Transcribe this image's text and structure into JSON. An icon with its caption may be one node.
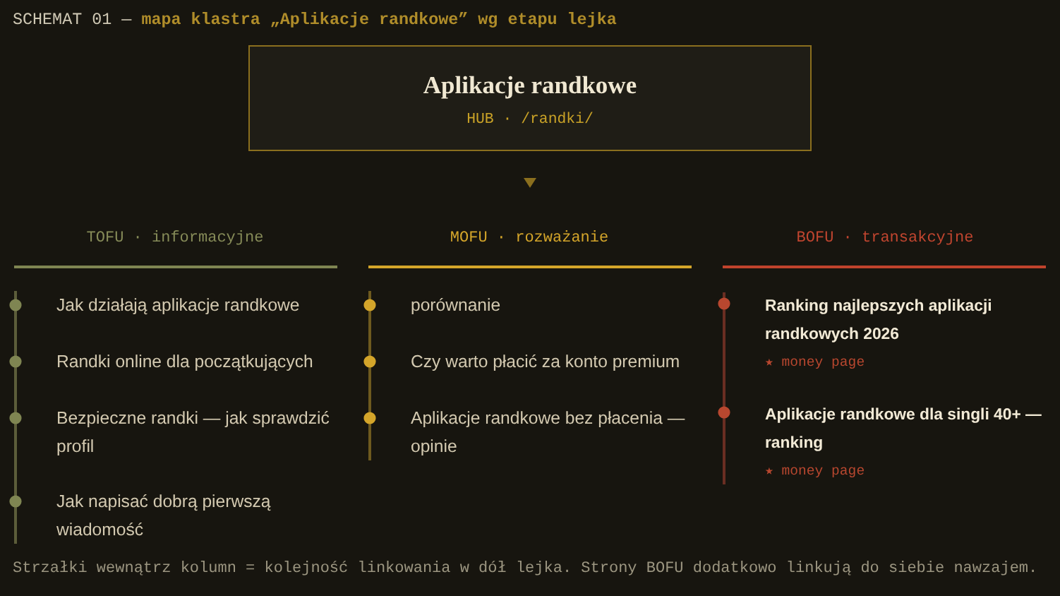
{
  "diagram": {
    "title": "SCHEMAT 01 — **mapa klastra „Aplikacje randkowe” wg etapu lejka**",
    "caption": "Strzałki wewnątrz kolumn = kolejność linkowania w dół lejka. Strony BOFU dodatkowo linkują do siebie nawzajem.",
    "nodes": [
      {
        "text": [
          "Aplikacje randkowe",
          "HUB · /randki/"
        ]
      },
      {
        "text": [
          "Jak działają aplikacje randkowe"
        ]
      },
      {
        "text": [
          "Randki online dla początkujących"
        ]
      },
      {
        "text": [
          "Bezpieczne randki — jak sprawdzić profil"
        ]
      },
      {
        "text": [
          "Jak napisać dobrą pierwszą wiadomość"
        ]
      },
      {
        "text": [
          "porównanie"
        ]
      },
      {
        "text": [
          "Czy warto płacić za konto premium"
        ]
      },
      {
        "text": [
          "Aplikacje randkowe bez płacenia — opinie"
        ]
      },
      {
        "text": [
          "Ranking najlepszych aplikacji randkowych 2026",
          "★ money page"
        ]
      },
      {
        "text": [
          "Aplikacje randkowe dla singli 40+ — ranking",
          "★ money page"
        ]
      }
    ],
    "edges": [
      {
        "from": 1,
        "to": 2,
        "arrow": "none"
      },
      {
        "from": 2,
        "to": 3,
        "arrow": "none"
      },
      {
        "from": 3,
        "to": 4,
        "arrow": "none"
      },
      {
        "from": 5,
        "to": 6,
        "arrow": "none",
        "color": "#6e5a1e"
      },
      {
        "from": 6,
        "to": 7,
        "arrow": "none",
        "color": "#6e5a1e"
      },
      {
        "from": 8,
        "to": 9,
        "arrow": "none",
        "color": "#6a2e22"
      }
    ],
    "labels": [
      "TOFU · informacyjne",
      "MOFU · rozważanie",
      "BOFU · transakcyjne"
    ]
  }
}
